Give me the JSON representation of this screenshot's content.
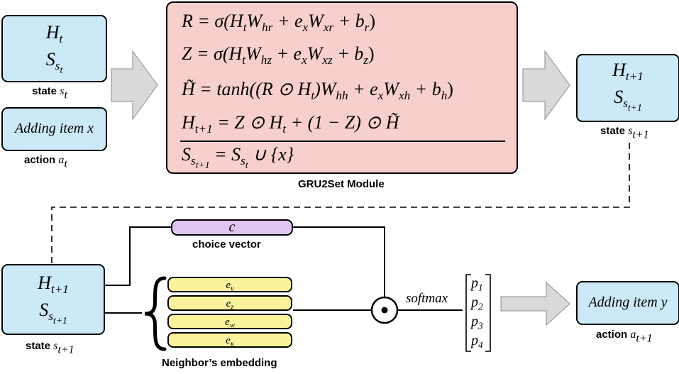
{
  "state_t": {
    "h": "H",
    "h_sub": "t",
    "s": "S",
    "s_sub": "s",
    "s_subsub": "t",
    "caption": "state",
    "caption_sym": "s",
    "caption_sub": "t"
  },
  "action_t": {
    "text": "Adding item x",
    "caption": "action",
    "caption_sym": "a",
    "caption_sub": "t"
  },
  "gru2set": {
    "caption": "GRU2Set Module",
    "eq1": {
      "lhs": "R",
      "rhs": "= σ(H",
      "rhs_sub": "t",
      "w1": "W",
      "w1_sub": "hr",
      "plus1": " + e",
      "e_sub": "x",
      "w2": "W",
      "w2_sub": "xr",
      "plus2": " + b",
      "b_sub": "r",
      "close": ")"
    },
    "eq2": {
      "lhs": "Z",
      "rhs": "= σ(H",
      "rhs_sub": "t",
      "w1": "W",
      "w1_sub": "hz",
      "plus1": " + e",
      "e_sub": "x",
      "w2": "W",
      "w2_sub": "xz",
      "plus2": " + b",
      "b_sub": "z",
      "close": ")"
    },
    "eq3": {
      "lhs": "H̃",
      "mid": "= tanh((R ⊙ H",
      "mid_sub": "t",
      "w1": ")W",
      "w1_sub": "hh",
      "plus1": " + e",
      "e_sub": "x",
      "w2": "W",
      "w2_sub": "xh",
      "plus2": " + b",
      "b_sub": "h",
      "close": ")"
    },
    "eq4": {
      "lhs": "H",
      "lhs_sub": "t+1",
      "rhs": "= Z ⊙ H",
      "rhs_sub": "t",
      "rest": " + (1 − Z) ⊙ H̃"
    },
    "eq5": {
      "lhs": "S",
      "lhs_sub": "s",
      "lhs_subsub": "t+1",
      "rhs": "= S",
      "rhs_sub": "s",
      "rhs_subsub": "t",
      "rest": " ∪ {x}"
    }
  },
  "state_t1_top": {
    "h": "H",
    "h_sub": "t+1",
    "s": "S",
    "s_sub": "s",
    "s_subsub": "t+1",
    "caption": "state",
    "caption_sym": "s",
    "caption_sub": "t+1"
  },
  "state_t1_bottom": {
    "h": "H",
    "h_sub": "t+1",
    "s": "S",
    "s_sub": "s",
    "s_subsub": "t+1",
    "caption": "state",
    "caption_sym": "s",
    "caption_sub": "t+1"
  },
  "choice": {
    "symbol": "c",
    "caption": "choice vector"
  },
  "neighbors": {
    "caption": "Neighbor’s embedding",
    "items": [
      {
        "e": "e",
        "sub": "y"
      },
      {
        "e": "e",
        "sub": "z"
      },
      {
        "e": "e",
        "sub": "w"
      },
      {
        "e": "e",
        "sub": "κ"
      }
    ]
  },
  "softmax": {
    "label": "softmax"
  },
  "dot_symbol": "⊙",
  "probs": [
    {
      "p": "p",
      "sub": "1"
    },
    {
      "p": "p",
      "sub": "2"
    },
    {
      "p": "p",
      "sub": "3"
    },
    {
      "p": "p",
      "sub": "4"
    }
  ],
  "action_t1": {
    "text": "Adding item y",
    "caption": "action",
    "caption_sym": "a",
    "caption_sub": "t+1"
  },
  "colors": {
    "state_fill": "#cbe9f6",
    "gru_fill": "#f7cfcd",
    "choice_fill": "#dfc6f2",
    "neighbor_fill": "#faf39c",
    "arrow_fill": "#d9d9d9"
  }
}
